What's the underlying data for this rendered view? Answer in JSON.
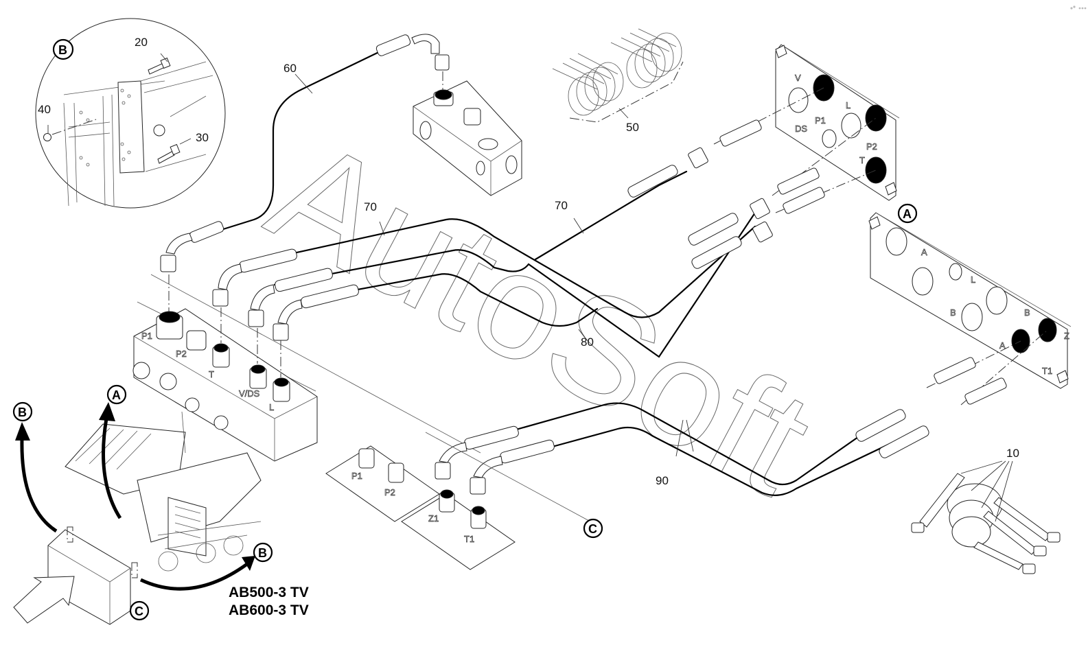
{
  "diagram": {
    "type": "exploded-parts-diagram",
    "subject": "hydraulic hose connection kit",
    "models": [
      "AB500-3 TV",
      "AB600-3 TV"
    ],
    "watermark": "AutoSoft",
    "position_markers": {
      "A": "A",
      "B": "B",
      "C": "C"
    },
    "part_numbers": {
      "p10": "10",
      "p20": "20",
      "p30": "30",
      "p40": "40",
      "p50": "50",
      "p60": "60",
      "p70a": "70",
      "p70b": "70",
      "p80": "80",
      "p90": "90"
    },
    "panel_A_upper_ports": [
      "V",
      "P1",
      "L",
      "DS",
      "P2",
      "T"
    ],
    "panel_A_lower_ports": [
      "A",
      "L",
      "B",
      "B",
      "A",
      "Z",
      "T1"
    ],
    "manifold_ports": [
      "P1",
      "P2",
      "T",
      "V/DS",
      "L"
    ],
    "plate_ports": [
      "P1",
      "P2",
      "Z1",
      "T1"
    ]
  }
}
